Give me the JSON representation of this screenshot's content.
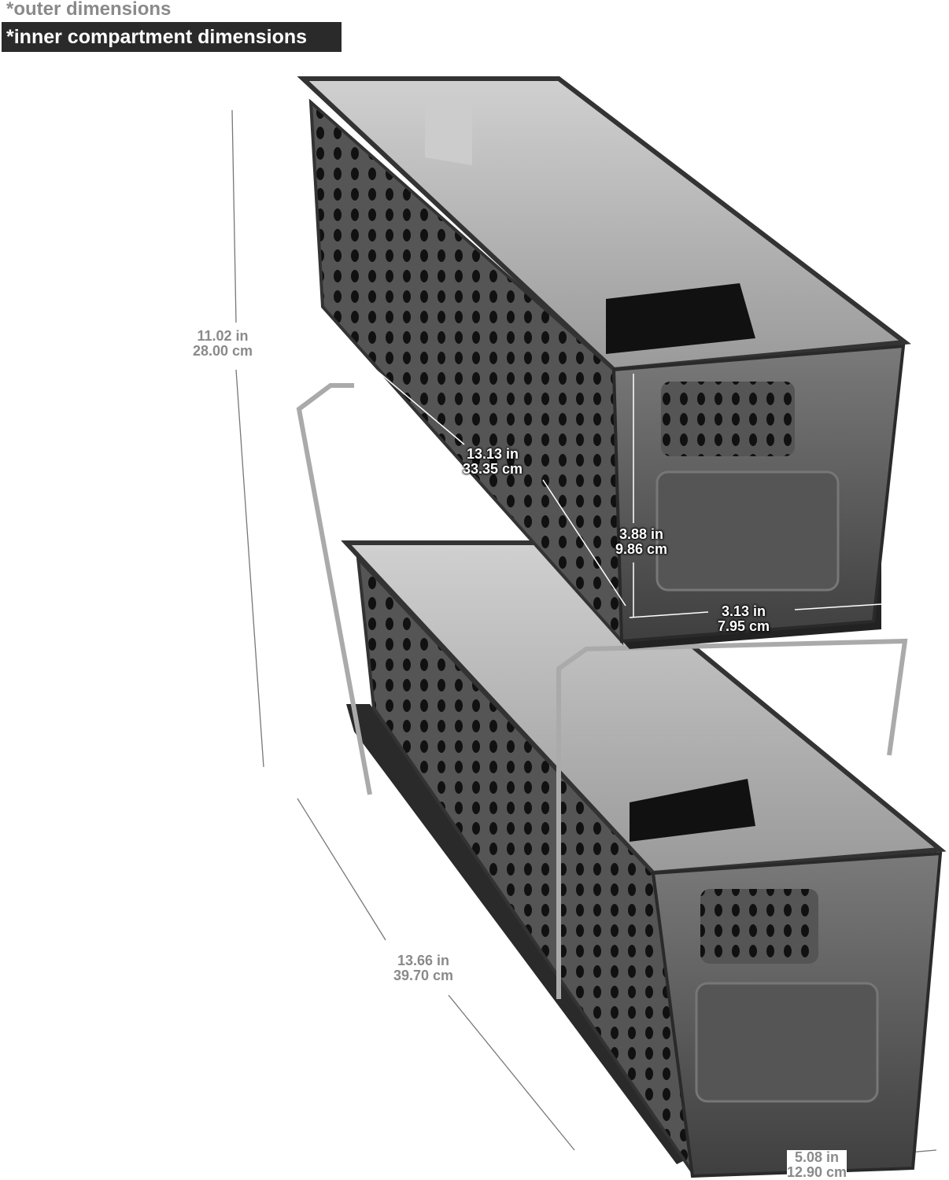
{
  "legend": {
    "outer_label": "*outer dimensions",
    "inner_label": "*inner compartment dimensions"
  },
  "dimensions": {
    "height_outer": {
      "in": "11.02 in",
      "cm": "28.00 cm"
    },
    "depth_outer": {
      "in": "13.66 in",
      "cm": "39.70 cm"
    },
    "width_outer": {
      "in": "5.08 in",
      "cm": "12.90 cm"
    },
    "length_inner": {
      "in": "13.13 in",
      "cm": "33.35 cm"
    },
    "height_inner": {
      "in": "3.88 in",
      "cm": "9.86 cm"
    },
    "width_inner": {
      "in": "3.13 in",
      "cm": "7.95 cm"
    }
  },
  "colors": {
    "outer_text": "#8a8a8a",
    "inner_bg": "#2a2a2a",
    "basket": "#4a4a4a"
  }
}
